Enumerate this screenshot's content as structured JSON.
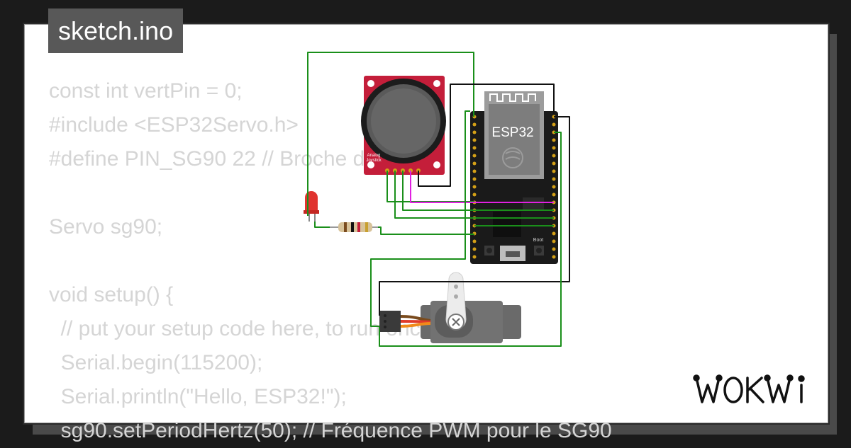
{
  "header": {
    "title": "sketch.ino"
  },
  "code_lines": [
    "const int vertPin = 0;",
    "#include <ESP32Servo.h>",
    "#define PIN_SG90 22 // Broche de sortie",
    "",
    "Servo sg90;",
    "",
    "void setup() {",
    "  // put your setup code here, to run once:",
    "  Serial.begin(115200);",
    "  Serial.println(\"Hello, ESP32!\");",
    "  sg90.setPeriodHertz(50); // Fréquence PWM pour le SG90"
  ],
  "board": {
    "label": "ESP32",
    "boot_label": "Boot"
  },
  "joystick": {
    "label_line1": "Analog",
    "label_line2": "Joystick"
  },
  "brand": {
    "logo_text": "WOKWI"
  },
  "colors": {
    "background": "#1b1b1b",
    "card": "#ffffff",
    "code_text": "#d5d5d5",
    "title_bg": "#585858",
    "wire_green": "#1a8f1a",
    "wire_black": "#111111",
    "wire_magenta": "#e020e0",
    "board": "#1a1a1a",
    "joystick_pcb": "#c41e3a"
  }
}
